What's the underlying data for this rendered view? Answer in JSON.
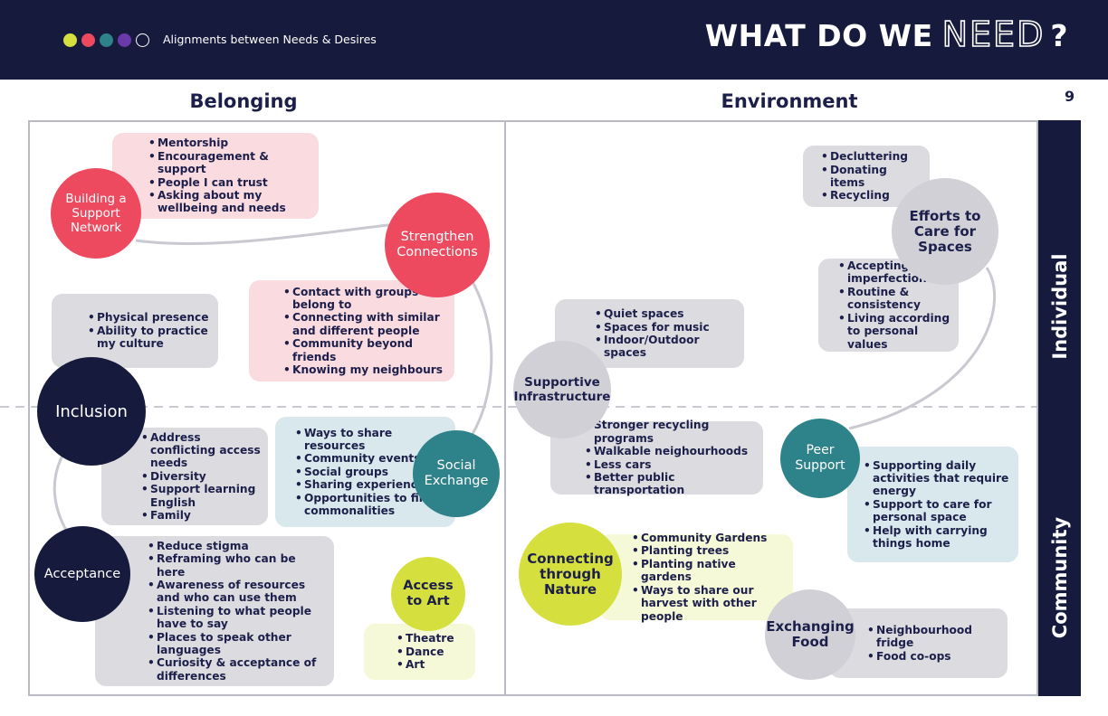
{
  "header": {
    "subtitle": "Alignments between Needs & Desires",
    "title_prefix": "WHAT DO WE",
    "title_emphasis": "NEED",
    "title_suffix": "?",
    "dot_colors": [
      "#d5e03f",
      "#ee4a5f",
      "#2e8289",
      "#6a3aa8",
      "#161a3d"
    ]
  },
  "page_number": "9",
  "columns": {
    "left": "Belonging",
    "right": "Environment"
  },
  "rows": {
    "top": "Individual",
    "bottom": "Community"
  },
  "colors": {
    "navy": "#161a3d",
    "red": "#ee4a5f",
    "teal": "#2e8289",
    "lime": "#d5e03f",
    "gray": "#d0d0d6",
    "line": "#c9c9d1"
  },
  "belonging": {
    "support_network": {
      "label": "Building a Support Network",
      "items": [
        "Mentorship",
        "Encouragement & support",
        "People I can trust",
        "Asking about my wellbeing and needs"
      ]
    },
    "strengthen_connections": {
      "label": "Strengthen Connections",
      "items": [
        "Contact with groups I belong to",
        "Connecting with similar and different people",
        "Community beyond friends",
        "Knowing my neighbours"
      ]
    },
    "inclusion": {
      "label": "Inclusion",
      "individual_items": [
        "Physical presence",
        "Ability to practice my culture"
      ],
      "community_items": [
        "Address conflicting access needs",
        "Diversity",
        "Support learning English",
        "Family"
      ]
    },
    "social_exchange": {
      "label": "Social Exchange",
      "items": [
        "Ways to share resources",
        "Community events",
        "Social groups",
        "Sharing experiences",
        "Opportunities to find commonalities"
      ]
    },
    "acceptance": {
      "label": "Acceptance",
      "items": [
        "Reduce stigma",
        "Reframing who can be here",
        "Awareness of resources and who can use them",
        "Listening to what people have to say",
        "Places to speak other languages",
        "Curiosity & acceptance of differences"
      ]
    },
    "access_to_art": {
      "label": "Access to Art",
      "items": [
        "Theatre",
        "Dance",
        "Art"
      ]
    }
  },
  "environment": {
    "care_for_spaces": {
      "label": "Efforts to Care for Spaces",
      "top_items": [
        "Decluttering",
        "Donating items",
        "Recycling"
      ],
      "bottom_items": [
        "Accepting imperfection",
        "Routine & consistency",
        "Living according to personal values"
      ]
    },
    "supportive_infrastructure": {
      "label": "Supportive Infrastructure",
      "individual_items": [
        "Quiet spaces",
        "Spaces for music",
        "Indoor/Outdoor spaces"
      ],
      "community_items": [
        "Stronger recycling programs",
        "Walkable neighourhoods",
        "Less cars",
        "Better public transportation"
      ]
    },
    "peer_support": {
      "label": "Peer Support",
      "items": [
        "Supporting daily activities that require energy",
        "Support to care for personal space",
        "Help with carrying things home"
      ]
    },
    "connecting_nature": {
      "label": "Connecting through Nature",
      "items": [
        "Community Gardens",
        "Planting trees",
        "Planting native gardens",
        "Ways to share our harvest with other people"
      ]
    },
    "exchanging_food": {
      "label": "Exchanging Food",
      "items": [
        "Neighbourhood fridge",
        "Food co-ops"
      ]
    }
  }
}
